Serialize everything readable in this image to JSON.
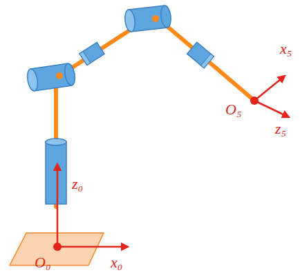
{
  "diagram": {
    "labels": [
      "z₀",
      "x₀",
      "O₀",
      "O₅",
      "x₅",
      "z₅"
    ]
  }
}
